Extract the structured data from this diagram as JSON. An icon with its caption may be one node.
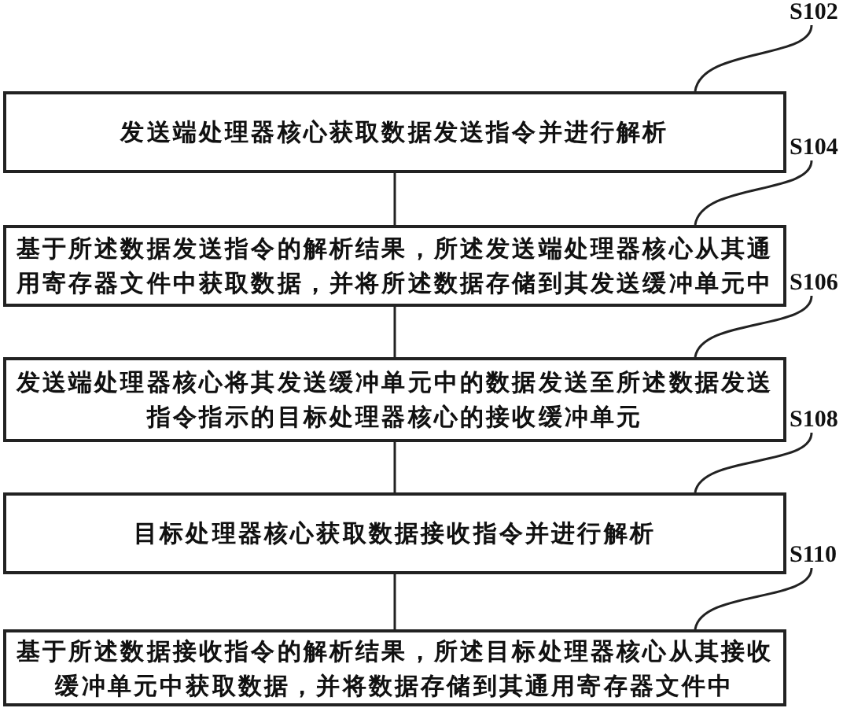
{
  "diagram": {
    "nodes": [
      {
        "text": [
          "发送端处理器核心获取数据发送指令并进行解析"
        ]
      },
      {
        "text": [
          "基于所述数据发送指令的解析结果，所述发送端处理器核心从其通用寄存器文件中获取数据，并将所述数据存储到其发送缓冲单元中"
        ]
      },
      {
        "text": [
          "发送端处理器核心将其发送缓冲单元中的数据发送至所述数据发送指令指示的目标处理器核心的接收缓冲单元"
        ]
      },
      {
        "text": [
          "目标处理器核心获取数据接收指令并进行解析"
        ]
      },
      {
        "text": [
          "基于所述数据接收指令的解析结果，所述目标处理器核心从其接收缓冲单元中获取数据，并将数据存储到其通用寄存器文件中"
        ]
      },
      {
        "text": [
          "S102"
        ]
      },
      {
        "text": [
          "S104"
        ]
      },
      {
        "text": [
          "S106"
        ]
      },
      {
        "text": [
          "S108"
        ]
      },
      {
        "text": [
          "S110"
        ]
      }
    ],
    "edges": [
      {
        "from": 0,
        "to": 1,
        "arrow": "none"
      },
      {
        "from": 1,
        "to": 2,
        "arrow": "none"
      },
      {
        "from": 2,
        "to": 3,
        "arrow": "none"
      },
      {
        "from": 3,
        "to": 4,
        "arrow": "none"
      },
      {
        "from": 5,
        "to": 0,
        "arrow": "none"
      },
      {
        "from": 6,
        "to": 1,
        "arrow": "none"
      },
      {
        "from": 7,
        "to": 2,
        "arrow": "none"
      },
      {
        "from": 8,
        "to": 3,
        "arrow": "none"
      },
      {
        "from": 9,
        "to": 4,
        "arrow": "none"
      }
    ]
  }
}
